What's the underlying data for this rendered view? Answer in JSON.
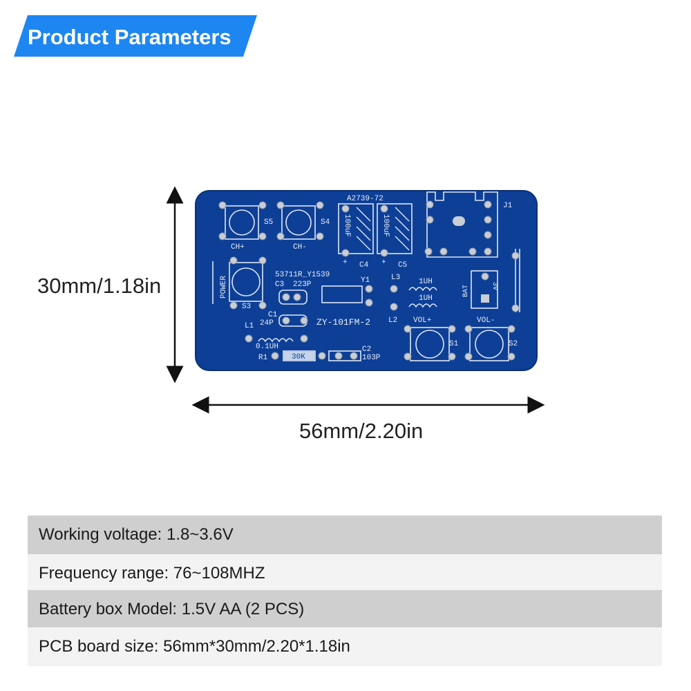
{
  "header": {
    "title": "Product Parameters",
    "accent_color": "#1e86f0"
  },
  "dimensions": {
    "height_label": "30mm/1.18in",
    "width_label": "56mm/2.20in"
  },
  "pcb": {
    "board_color": "#0d3f96",
    "silk_color": "#e8eef8",
    "labels": {
      "model_top": "A2739-72",
      "j1": "J1",
      "s5": "S5",
      "s4": "S4",
      "ch_plus": "CH+",
      "ch_minus": "CH-",
      "cap1": "100uF",
      "cap2": "100uF",
      "c4": "C4",
      "c5": "C5",
      "plus1": "+",
      "plus2": "+",
      "power": "POWER",
      "s3": "S3",
      "chip": "53711R_Y1539",
      "y1": "Y1",
      "l3": "L3",
      "ind1": "1UH",
      "ind2": "1UH",
      "bat": "BAT",
      "v3": "3V",
      "c3": "C3",
      "c3val": "223P",
      "c1": "C1",
      "c1val": "24P",
      "l1": "L1",
      "l2": "L2",
      "model": "ZY-101FM-2",
      "vol_plus": "VOL+",
      "vol_minus": "VOL-",
      "ind3": "0.1UH",
      "r1": "R1",
      "r1val": "30K",
      "c2": "C2",
      "c2val": "103P",
      "s1": "S1",
      "s2": "S2"
    }
  },
  "specs": [
    {
      "text": "Working voltage: 1.8~3.6V"
    },
    {
      "text": "Frequency range: 76~108MHZ"
    },
    {
      "text": "Battery box Model: 1.5V AA (2 PCS)"
    },
    {
      "text": "PCB board size: 56mm*30mm/2.20*1.18in"
    }
  ]
}
